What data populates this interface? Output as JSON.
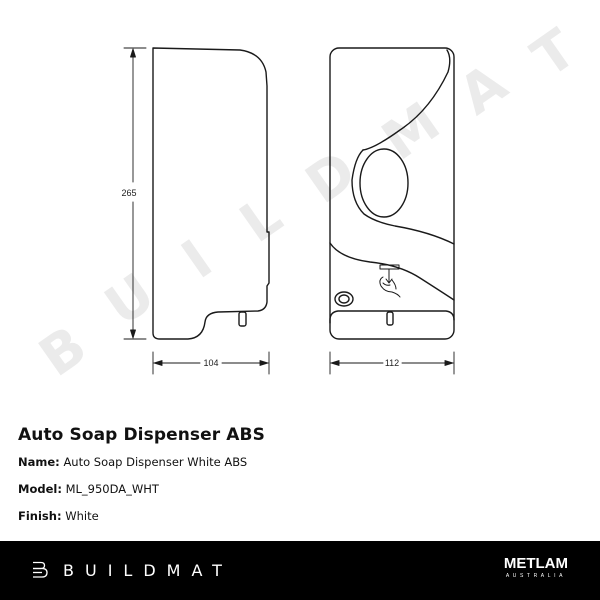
{
  "watermark": {
    "text": "BUILDMAT",
    "letters": [
      "B",
      "U",
      "I",
      "L",
      "D",
      "M",
      "A",
      "T"
    ],
    "color": "#e9e9e9"
  },
  "drawing": {
    "side_view": {
      "height_dim_label": "265",
      "width_dim_label": "104"
    },
    "front_view": {
      "width_dim_label": "112",
      "icons": [
        "sensor-window-icon",
        "hand-sensor-icon",
        "power-button-icon",
        "nozzle-icon"
      ]
    },
    "line_color": "#1a1a1a"
  },
  "product": {
    "title": "Auto Soap Dispenser ABS",
    "specs": [
      {
        "key": "Name:",
        "value": "Auto Soap Dispenser White ABS"
      },
      {
        "key": "Model:",
        "value": "ML_950DA_WHT"
      },
      {
        "key": "Finish:",
        "value": "White"
      }
    ]
  },
  "footer": {
    "brand_left": "BUILDMAT",
    "brand_right_main": "METLAM",
    "brand_right_sub": "AUSTRALIA",
    "background": "#000000"
  }
}
